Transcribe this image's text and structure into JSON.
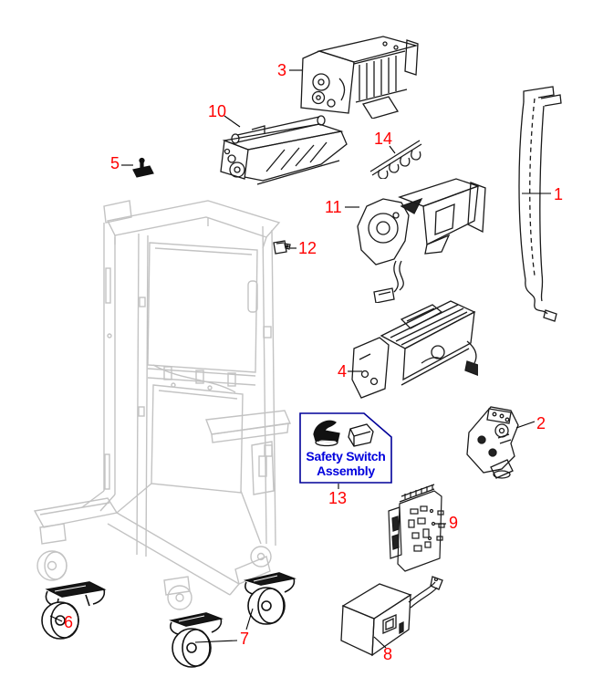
{
  "diagram": {
    "kind": "exploded-parts-diagram",
    "background_color": "#ffffff",
    "callout_color": "#ff0000",
    "part_line_color": "#1a1a1a",
    "ghost_cabinet_color": "#c3c3c3",
    "annotation_text_color": "#0000dd",
    "annotation_border_color": "#000099"
  },
  "callouts": [
    {
      "number": "1"
    },
    {
      "number": "2"
    },
    {
      "number": "3"
    },
    {
      "number": "4"
    },
    {
      "number": "5"
    },
    {
      "number": "6"
    },
    {
      "number": "7"
    },
    {
      "number": "8"
    },
    {
      "number": "9"
    },
    {
      "number": "10"
    },
    {
      "number": "11"
    },
    {
      "number": "12"
    },
    {
      "number": "13"
    },
    {
      "number": "14"
    }
  ],
  "annotation_box": {
    "label_line1": "Safety Switch",
    "label_line2": "Assembly"
  }
}
